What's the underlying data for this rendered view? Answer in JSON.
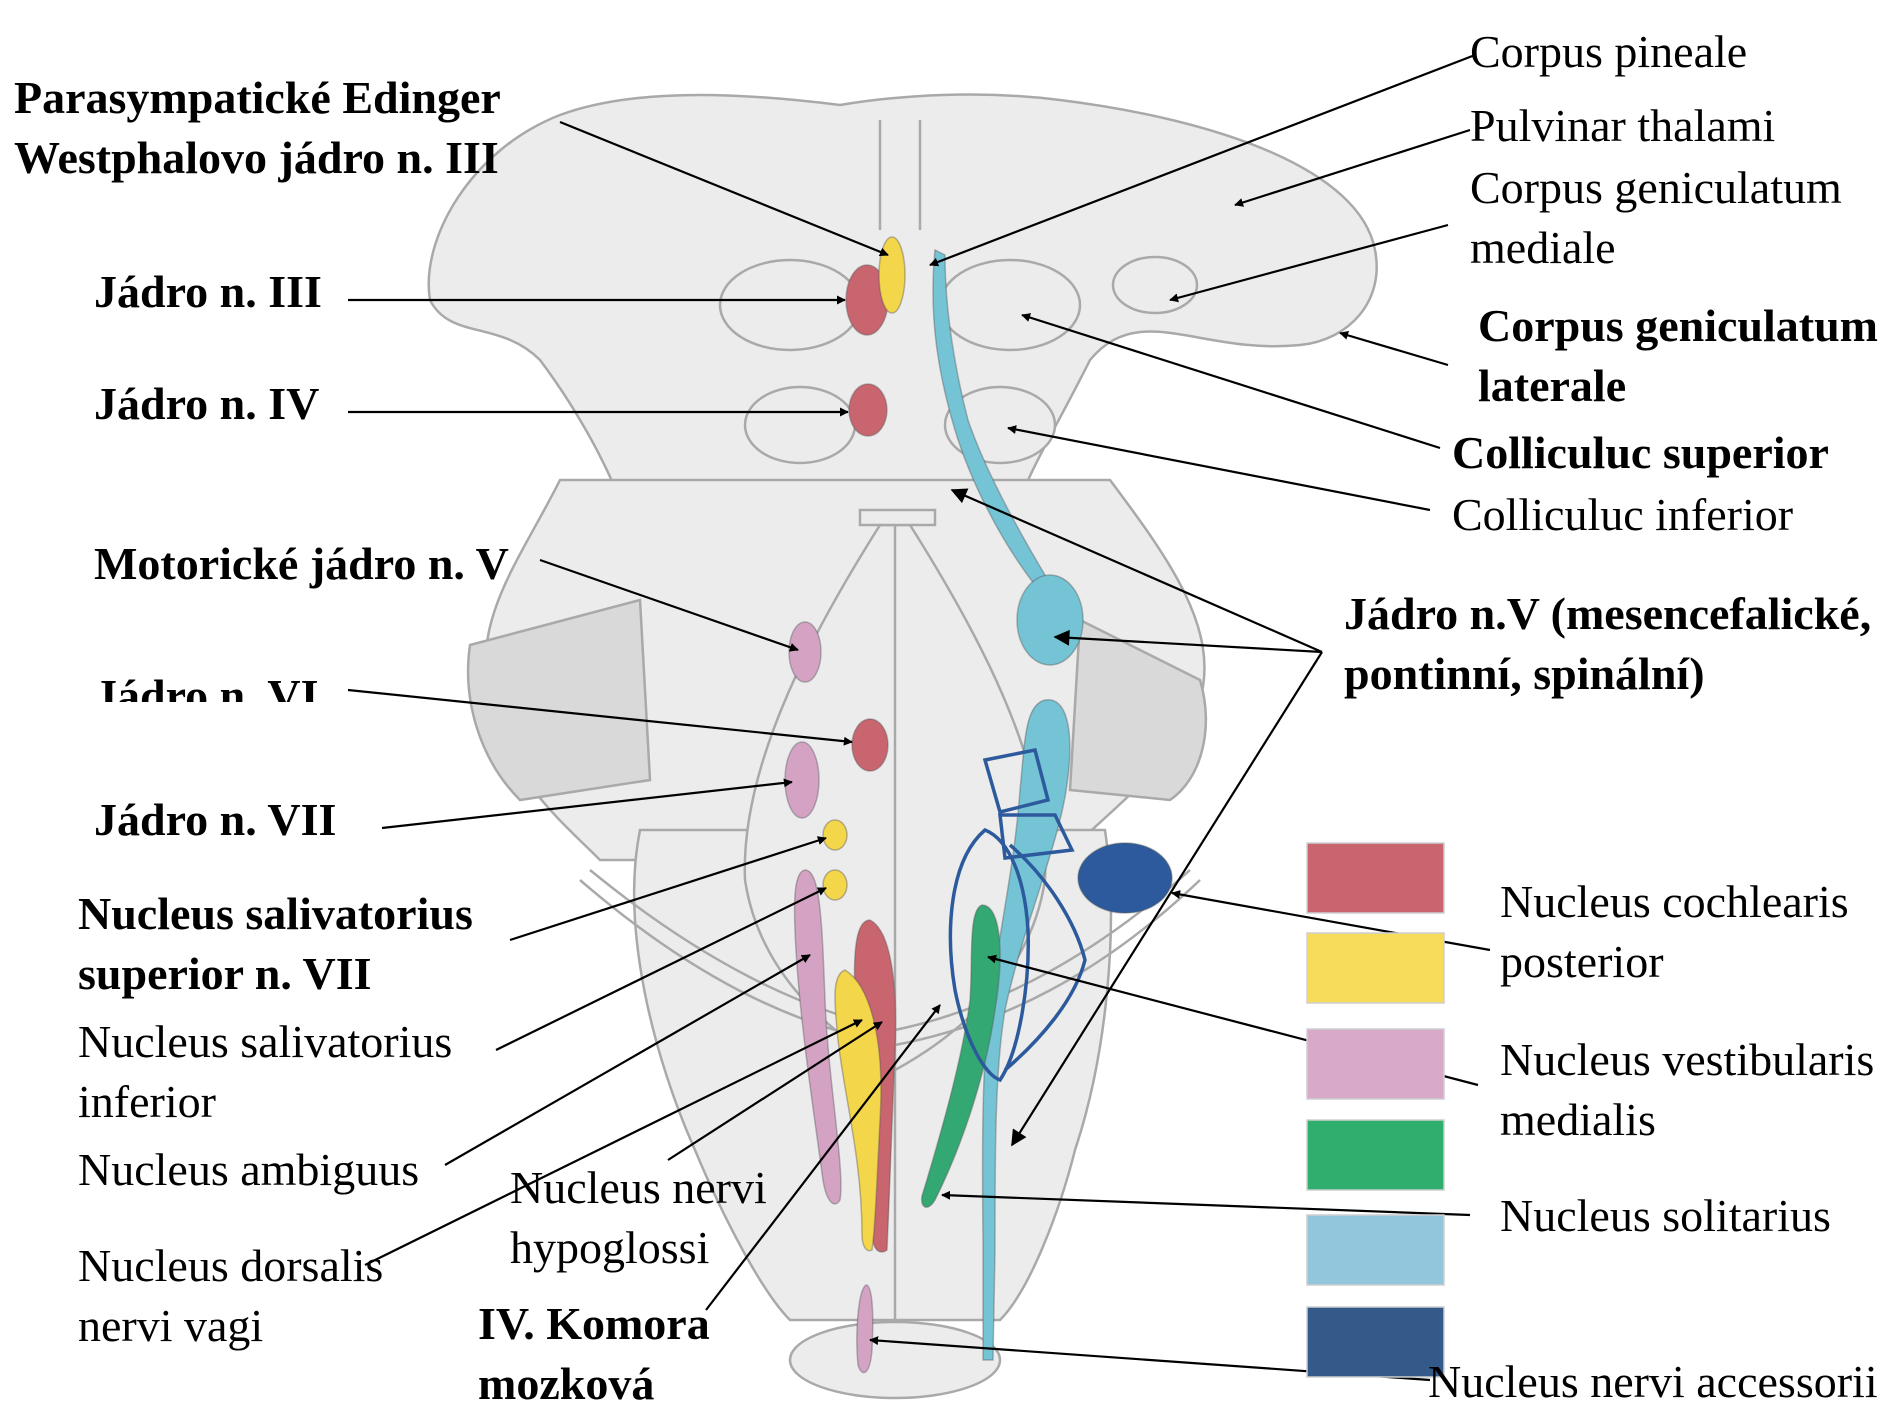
{
  "labels": {
    "parasympathetic_ew": "Parasympatické Edinger\nWestphalovo jádro n. III",
    "nucleus_n3": "Jádro n. III",
    "nucleus_n4": "Jádro n. IV",
    "motor_n5": "Motorické jádro n. V",
    "nucleus_n6": "Jádro n. VI",
    "nucleus_n7": "Jádro n. VII",
    "salivatorius_superior": "Nucleus salivatorius\nsuperior n. VII",
    "salivatorius_inferior": "Nucleus salivatorius\ninferior",
    "ambiguus": "Nucleus ambiguus",
    "dorsalis_vagi": "Nucleus dorsalis\nnervi vagi",
    "hypoglossi": "Nucleus nervi\nhypoglossi",
    "fourth_ventricle": "IV. Komora\nmozková",
    "corpus_pineale": "Corpus pineale",
    "pulvinar": "Pulvinar thalami",
    "cgm": "Corpus geniculatum\nmediale",
    "cgl": "Corpus geniculatum\nlaterale",
    "coll_superior": "Colliculuc superior",
    "coll_inferior": "Colliculuc inferior",
    "n5_sensory": "Jádro n.V (mesencefalické,\npontinní, spinální)",
    "cochlearis": "Nucleus cochlearis\nposterior",
    "vestibularis": "Nucleus vestibularis\nmedialis",
    "solitarius": "Nucleus solitarius",
    "accessorii": "Nucleus nervi accessorii"
  },
  "legend_colors": {
    "red": "#c8656f",
    "yellow": "#f7dc5c",
    "pink": "#d8a9c8",
    "green": "#2fae6e",
    "light_blue": "#92c6dc",
    "dark_blue": "#345a8a"
  },
  "nucleus_colors": {
    "red": "#c8656f",
    "yellow": "#f3d64a",
    "pink": "#d4a3c4",
    "green": "#34a872",
    "cyan": "#74c4d6",
    "dark_blue": "#2c5a9c"
  },
  "brainstem_colors": {
    "fill": "#ececec",
    "shade": "#d9d9d9",
    "outline": "#a9a9a9"
  }
}
